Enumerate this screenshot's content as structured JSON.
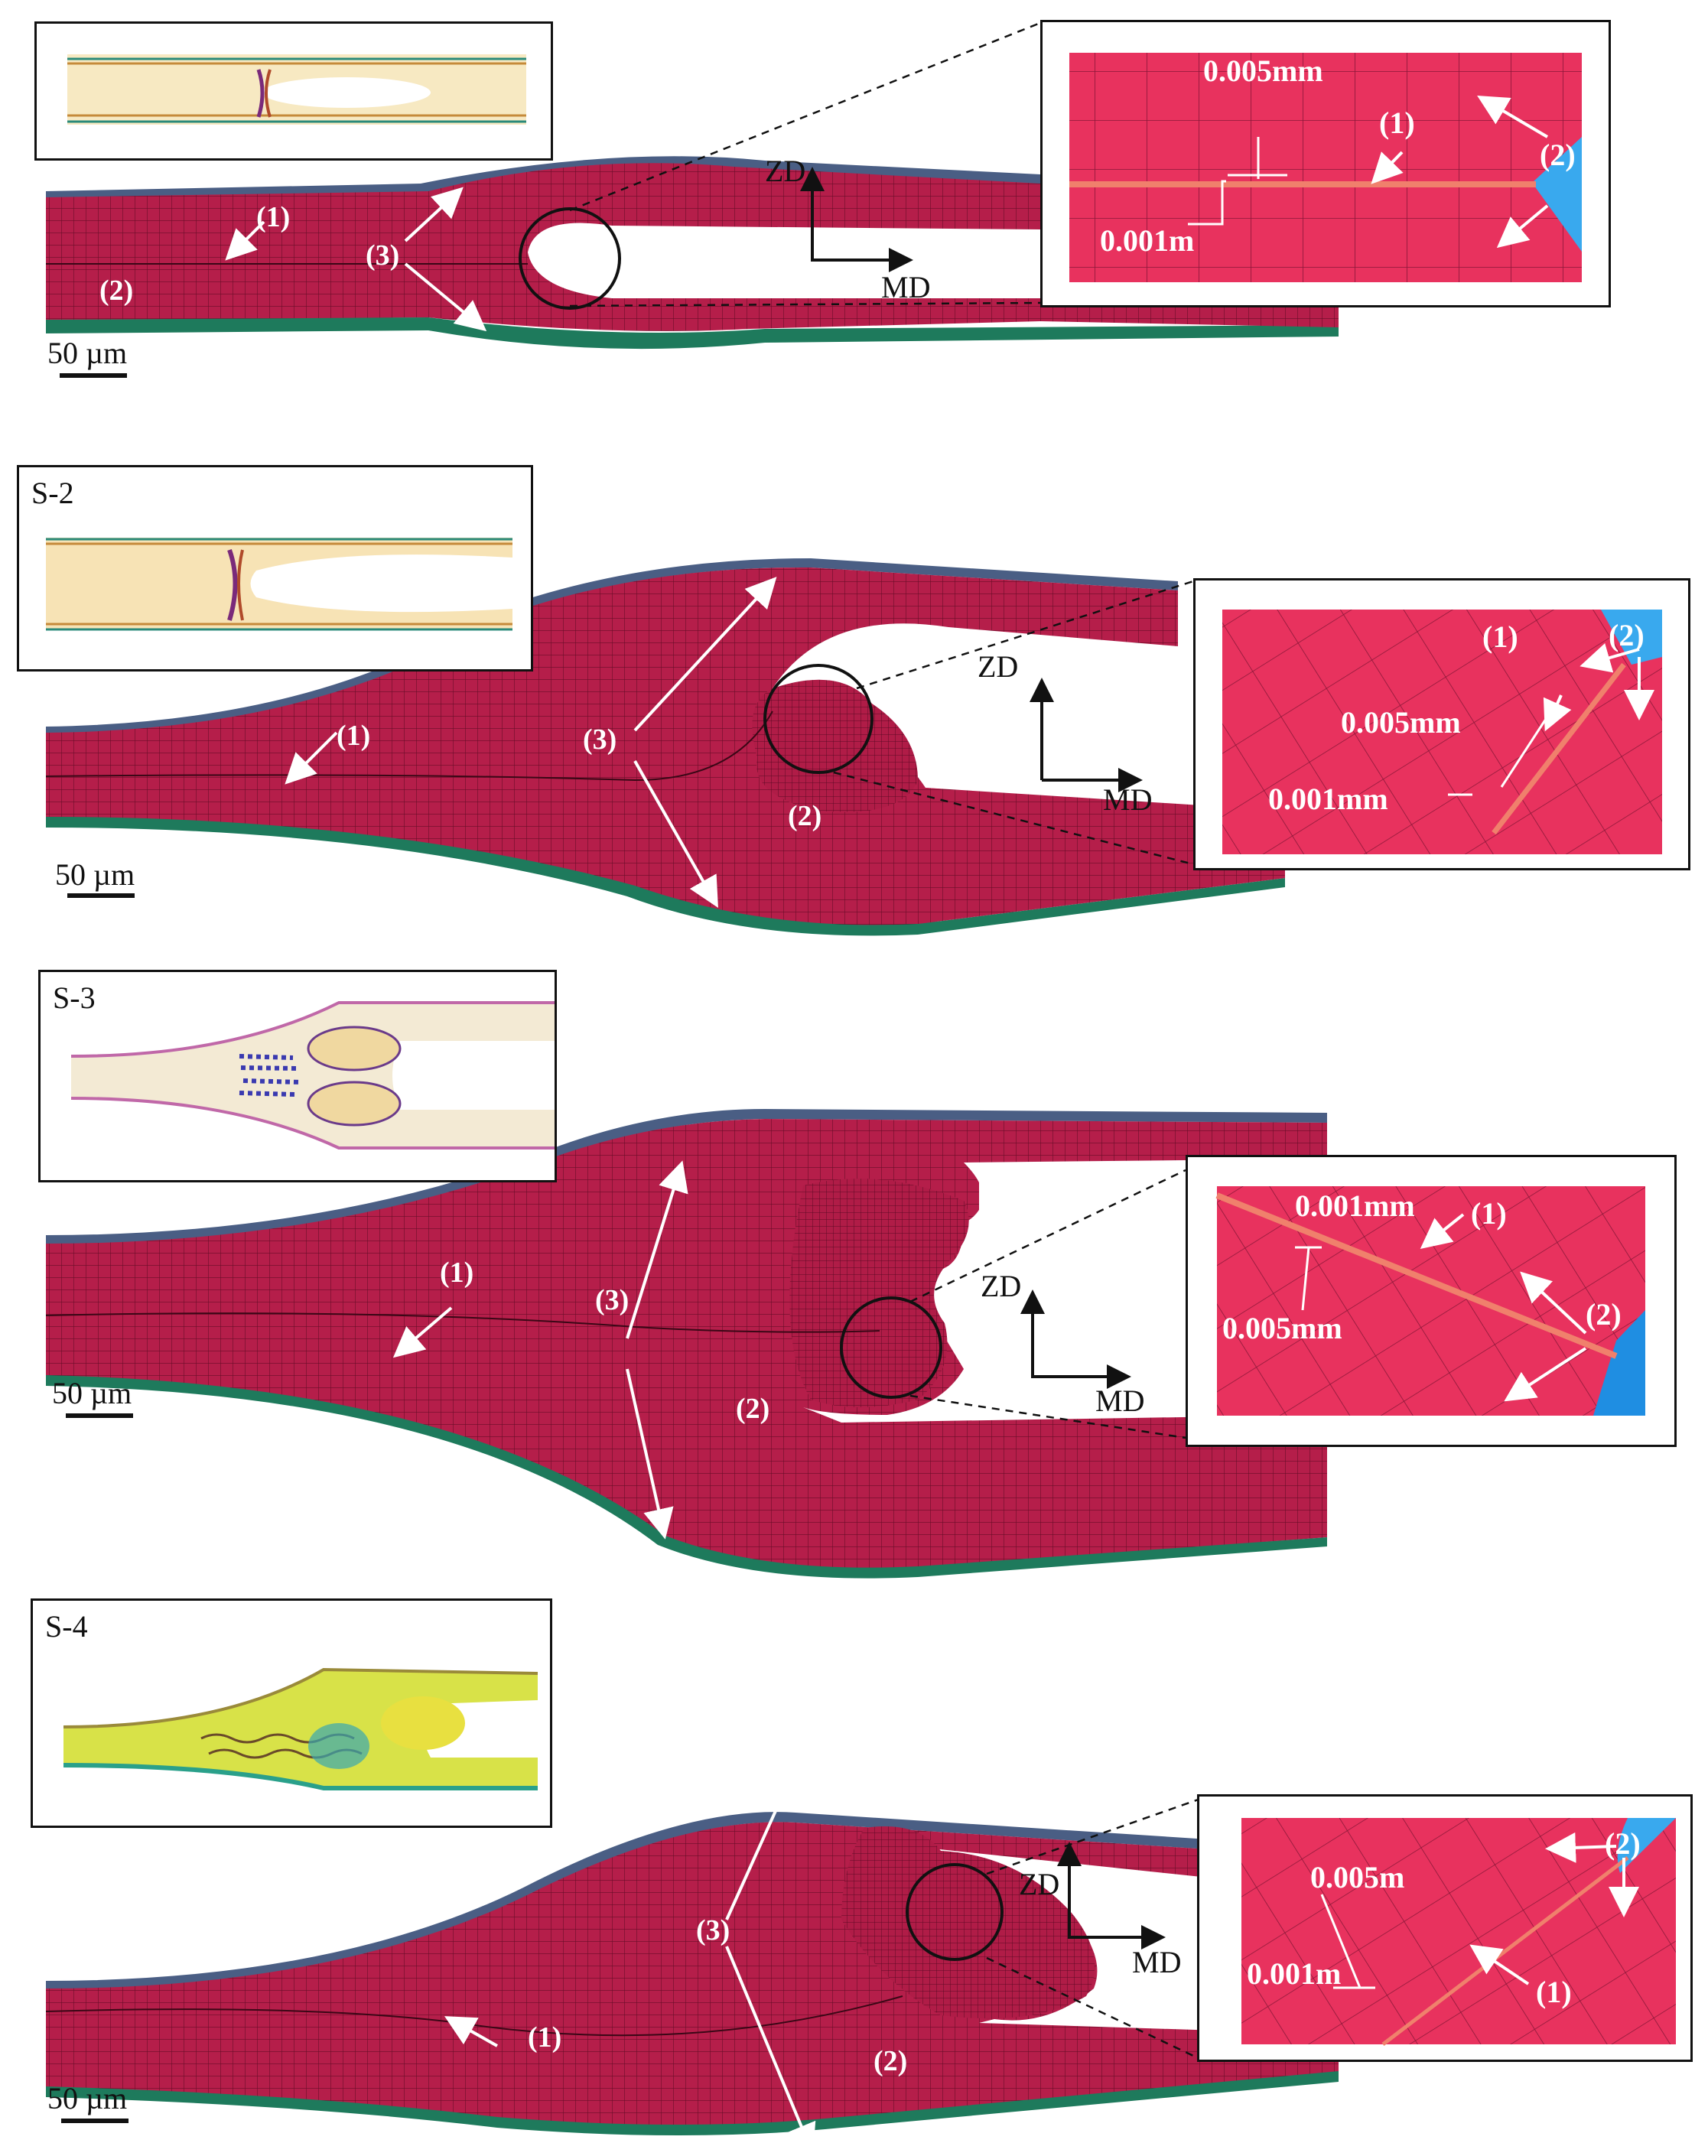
{
  "panels": [
    {
      "inset_label": "",
      "region_labels": [
        "(1)",
        "(2)",
        "(3)"
      ],
      "zoom_labels": {
        "thick": "0.005mm",
        "thin": "0.001m",
        "r1": "(1)",
        "r2": "(2)"
      },
      "axis": {
        "zd": "ZD",
        "md": "MD"
      },
      "scale": "50 µm"
    },
    {
      "inset_label": "S-2",
      "region_labels": [
        "(1)",
        "(2)",
        "(3)"
      ],
      "zoom_labels": {
        "thick": "0.005mm",
        "thin": "0.001mm",
        "r1": "(1)",
        "r2": "(2)"
      },
      "axis": {
        "zd": "ZD",
        "md": "MD"
      },
      "scale": "50 µm"
    },
    {
      "inset_label": "S-3",
      "region_labels": [
        "(1)",
        "(2)",
        "(3)"
      ],
      "zoom_labels": {
        "thick": "0.005mm",
        "thin": "0.001mm",
        "r1": "(1)",
        "r2": "(2)"
      },
      "axis": {
        "zd": "ZD",
        "md": "MD"
      },
      "scale": "50 µm"
    },
    {
      "inset_label": "S-4",
      "region_labels": [
        "(1)",
        "(2)",
        "(3)"
      ],
      "zoom_labels": {
        "thick": "0.005m",
        "thin": "0.001m",
        "r1": "(1)",
        "r2": "(2)"
      },
      "axis": {
        "zd": "ZD",
        "md": "MD"
      },
      "scale": "50 µm"
    }
  ],
  "colors": {
    "mesh_fill": "#b51e4a",
    "mesh_line": "#5a0a22",
    "zoom_fill": "#e8325e",
    "top_layer": "#4a5e84",
    "bottom_layer": "#1e7a5c",
    "corner_blue": "#39a9ee",
    "arrow": "#ffffff"
  }
}
